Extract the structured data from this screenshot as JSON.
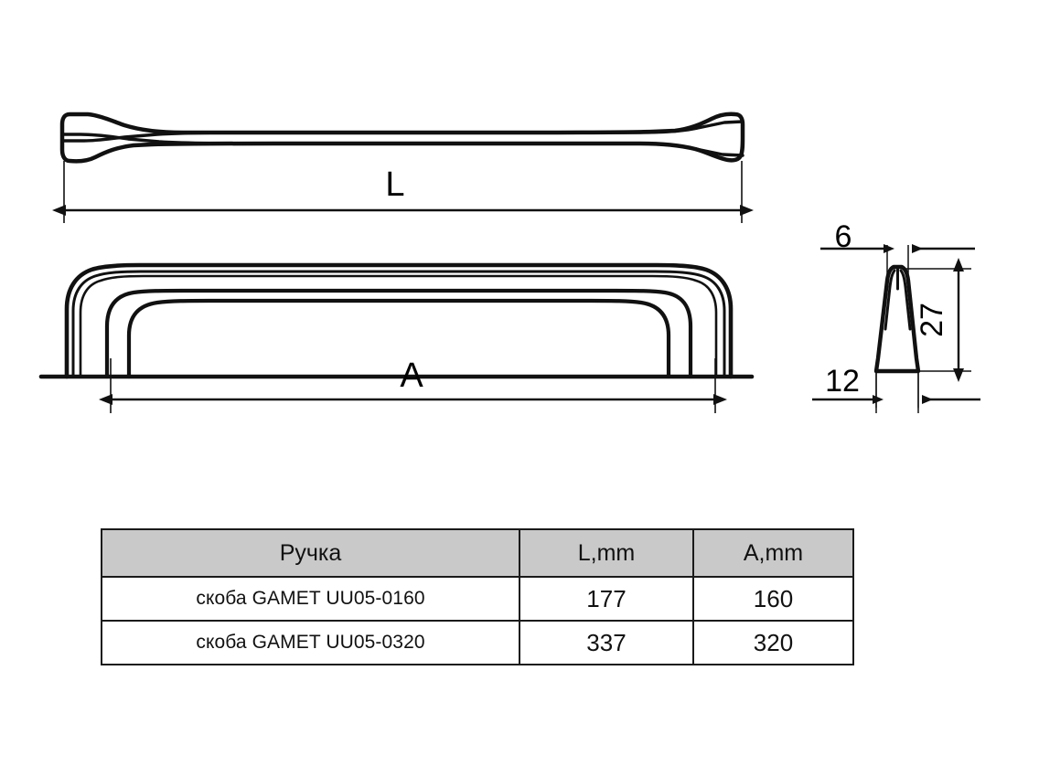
{
  "document": {
    "type": "technical-drawing",
    "background_color": "#ffffff",
    "line_color": "#111111"
  },
  "views": {
    "top_view": {
      "name": "top-view",
      "dimension_label": "L"
    },
    "front_view": {
      "name": "front-elevation-view",
      "dimension_label": "A"
    },
    "section_view": {
      "name": "cross-section-view",
      "dimensions": {
        "top_width": "6",
        "base_width": "12",
        "height": "27"
      }
    }
  },
  "labels": {
    "L": "L",
    "A": "A",
    "six": "6",
    "twelve": "12",
    "twentyseven": "27"
  },
  "table": {
    "header_background": "#c9c9c9",
    "columns": [
      "Ручка",
      "L,mm",
      "A,mm"
    ],
    "rows": [
      {
        "name": "скоба GAMET UU05-0160",
        "L": "177",
        "A": "160"
      },
      {
        "name": "скоба GAMET UU05-0320",
        "L": "337",
        "A": "320"
      }
    ]
  }
}
